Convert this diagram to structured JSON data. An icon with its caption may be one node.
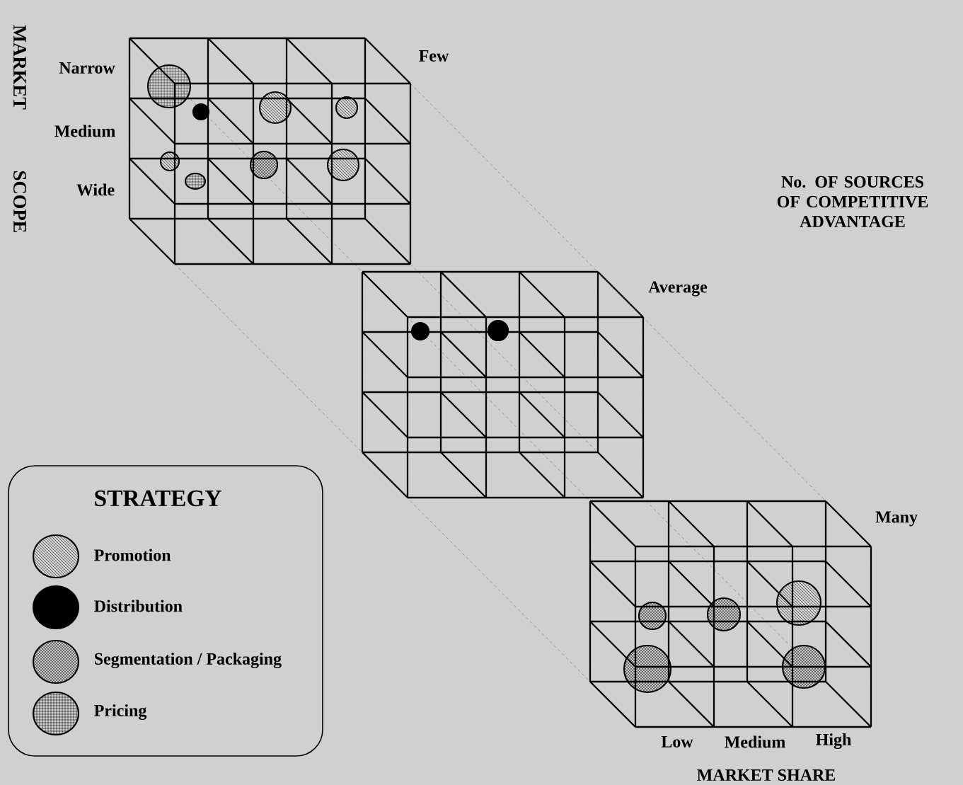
{
  "diagram": {
    "labels": [
      "MARKET",
      "SCOPE",
      "Narrow",
      "Few",
      "Medium",
      "Wide",
      "No. OF SOURCES OF COMPETITIVE ADVANTAGE",
      "Average",
      "STRATEGY",
      "Many",
      "Low",
      "Medium",
      "High",
      "MARKET SHARE"
    ],
    "legend": [
      {
        "text": "Promotion"
      },
      {
        "text": "Distribution"
      },
      {
        "text": "Segmentation / Packaging"
      },
      {
        "text": "Pricing"
      }
    ]
  }
}
